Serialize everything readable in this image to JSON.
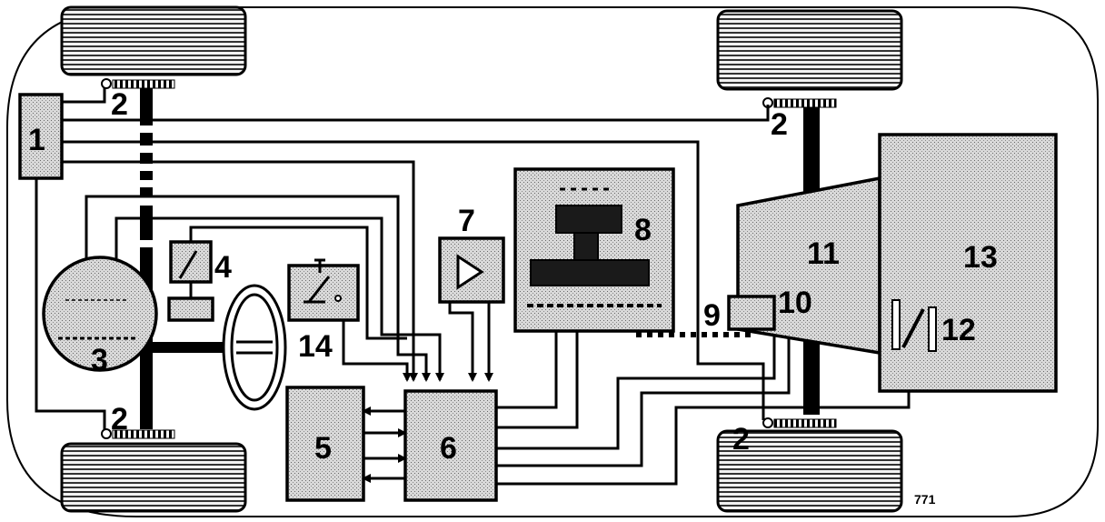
{
  "diagram": {
    "labels": {
      "c1": "1",
      "c2_front_top": "2",
      "c2_rear_top": "2",
      "c2_front_bottom": "2",
      "c2_rear_bottom": "2",
      "c3": "3",
      "c4": "4",
      "c5": "5",
      "c6": "6",
      "c7": "7",
      "c8": "8",
      "c9": "9",
      "c10": "10",
      "c11": "11",
      "c12": "12",
      "c13": "13",
      "c14": "14"
    },
    "figure_number": "771"
  }
}
